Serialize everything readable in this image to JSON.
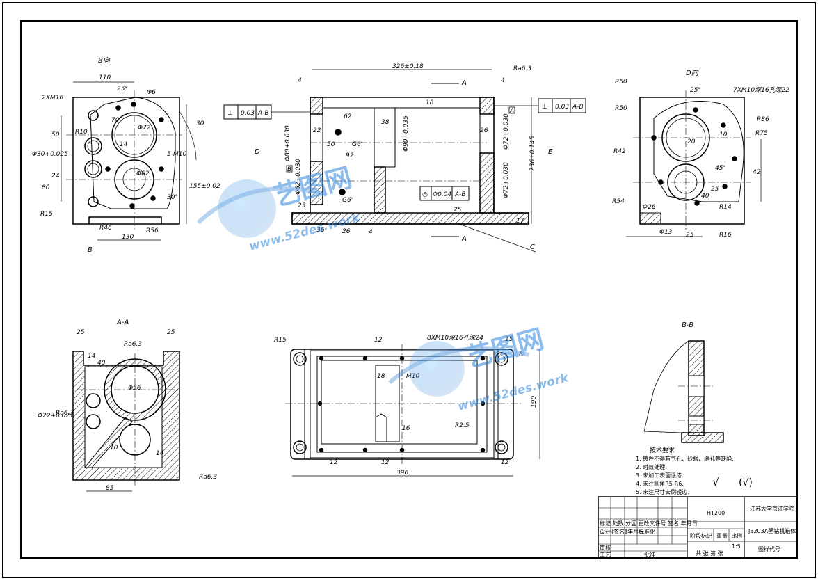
{
  "view_labels": {
    "view_b": "B向",
    "view_d": "D向",
    "section_aa": "A-A",
    "section_bb": "B-B",
    "arrow_a": "A",
    "arrow_a2": "A",
    "arrow_d": "D",
    "arrow_e": "E",
    "arrow_b": "B",
    "leader_c": "C"
  },
  "front_view": {
    "dims": {
      "overall": "326±0.18",
      "height": "236±0.145",
      "d4a": "4",
      "d4b": "4",
      "d18": "18",
      "d62": "62",
      "d38": "38",
      "d22": "22",
      "d50": "50",
      "d92": "92",
      "d26a": "26",
      "d26b": "26",
      "d25a": "25",
      "d25b": "25",
      "d36": "36",
      "d4c": "4",
      "d17": "17",
      "g6a": "G6'",
      "g6b": "G6'",
      "phi72a": "Φ72+0.030",
      "phi72b": "Φ72+0.030",
      "phi80": "Φ80+0.030",
      "phi62": "Φ62+0.030",
      "phi90": "Φ90+0.035"
    },
    "tol_left": {
      "symbol": "⊥",
      "value": "0.03",
      "datum": "A-B"
    },
    "tol_right": {
      "symbol": "⊥",
      "value": "0.03",
      "datum": "A-B"
    },
    "tol_center": {
      "symbol": "◎",
      "value": "Φ0.04",
      "datum": "A-B"
    },
    "datum_a": "A",
    "datum_b": "B",
    "roughness": "Ra6.3"
  },
  "left_view": {
    "dims": {
      "d110": "110",
      "d25deg": "25°",
      "phi6": "Φ6",
      "thread": "2XM16",
      "d70": "70",
      "d50": "50",
      "r10": "R10",
      "d14": "14",
      "phi30": "Φ30+0.025",
      "d24": "24",
      "d80": "80",
      "r15": "R15",
      "r46": "R46",
      "d130": "130",
      "r56": "R56",
      "d30deg": "30°",
      "d5m10": "5-M10",
      "d155": "155±0.02",
      "d30r": "30",
      "phi72": "Φ72",
      "phi62": "Φ62"
    }
  },
  "right_view": {
    "dims": {
      "r60": "R60",
      "d25deg": "25°",
      "thread": "7XM10深16孔深22",
      "r50": "R50",
      "r86": "R86",
      "r75": "R75",
      "d20": "20",
      "d10": "10",
      "r42": "R42",
      "d42": "42",
      "d45deg": "45°",
      "d25": "25",
      "r54": "R54",
      "phi26": "Φ26",
      "r14": "R14",
      "phi13": "Φ13",
      "d25b": "25",
      "r16": "R16",
      "d40": "40"
    }
  },
  "section_aa": {
    "dims": {
      "d25a": "25",
      "d25b": "25",
      "d14": "14",
      "d40": "40",
      "phi56": "Φ56",
      "phi22": "Φ22+0.021",
      "d10": "10",
      "d85": "85",
      "d14b": "14"
    },
    "roughness_a": "Ra6.3",
    "roughness_b": "Ra6.3",
    "roughness_c": "Ra6.3"
  },
  "top_view": {
    "dims": {
      "r15": "R15",
      "d12a": "12",
      "thread": "8XM10深16孔深24",
      "d15": "15",
      "d6": "6",
      "d18": "18",
      "m10": "M10",
      "d16": "16",
      "r25": "R2.5",
      "d12b": "12",
      "d12c": "12",
      "d12d": "12",
      "d396": "396",
      "d190": "190"
    }
  },
  "tech_requirements": {
    "title": "技术要求",
    "items": [
      "1. 铸件不得有气孔、砂眼、缩孔等缺陷.",
      "2. 时效处理.",
      "3. 未加工表面涂漆.",
      "4. 未注圆角R5-R6.",
      "5. 未注尺寸去倒锐边."
    ]
  },
  "roughness_note": {
    "sym1": "√",
    "sym2": "(√)"
  },
  "title_block": {
    "material": "HT200",
    "school": "江苏大学京江学院",
    "part_name": "J3203A壁钻机箱体",
    "drawing_no": "图样代号",
    "scale_label": "比例",
    "scale": "1:5",
    "weight_label": "重量",
    "stage_label": "阶段标记",
    "sheets": "共  张  第  张",
    "rows": {
      "r1": "标记 处数 分区 更改文件号 签名 年月日",
      "design": "设计",
      "std": "标准化",
      "sign1": "(签名)",
      "date1": "(年月日)",
      "check": "审核",
      "process": "工艺",
      "approve": "批准"
    }
  },
  "watermark": {
    "brand": "艺图网",
    "url1": "www.52des.work",
    "url2": "www.52des.work"
  }
}
